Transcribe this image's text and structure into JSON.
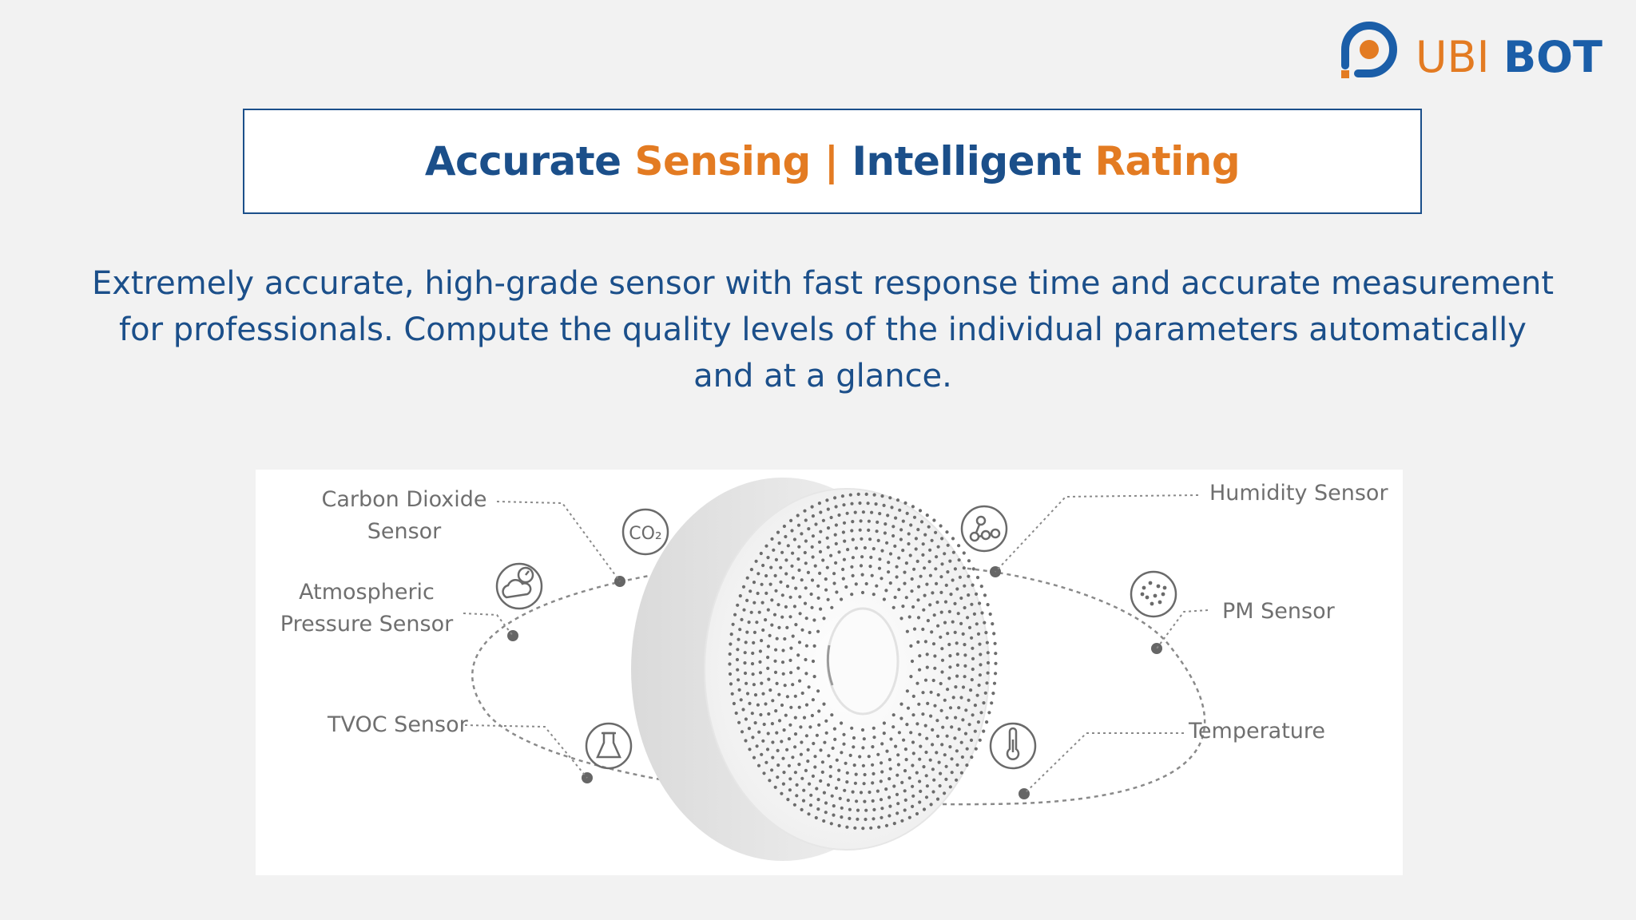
{
  "brand": {
    "name": "UBIBOT",
    "name_prefix": "UBI",
    "name_suffix": "BOT",
    "colors": {
      "orange": "#e37b22",
      "blue": "#1b5ea8"
    }
  },
  "title": {
    "part1": "Accurate",
    "part2": "Sensing",
    "separator": "|",
    "part3": "Intelligent",
    "part4": "Rating"
  },
  "description": "Extremely accurate, high-grade sensor with fast response time and accurate measurement for professionals. Compute the quality levels of the individual parameters automatically and at a glance.",
  "sensors": {
    "co2": {
      "line1": "Carbon Dioxide",
      "line2": "Sensor",
      "icon": "co2-icon",
      "icon_text": "CO₂"
    },
    "pressure": {
      "line1": "Atmospheric",
      "line2": "Pressure Sensor",
      "icon": "cloud-gauge-icon"
    },
    "tvoc": {
      "label": "TVOC Sensor",
      "icon": "flask-icon"
    },
    "humidity": {
      "label": "Humidity Sensor",
      "icon": "molecule-icon"
    },
    "pm": {
      "label": "PM Sensor",
      "icon": "particles-icon"
    },
    "temperature": {
      "label": "Temperature",
      "icon": "thermometer-icon"
    }
  }
}
